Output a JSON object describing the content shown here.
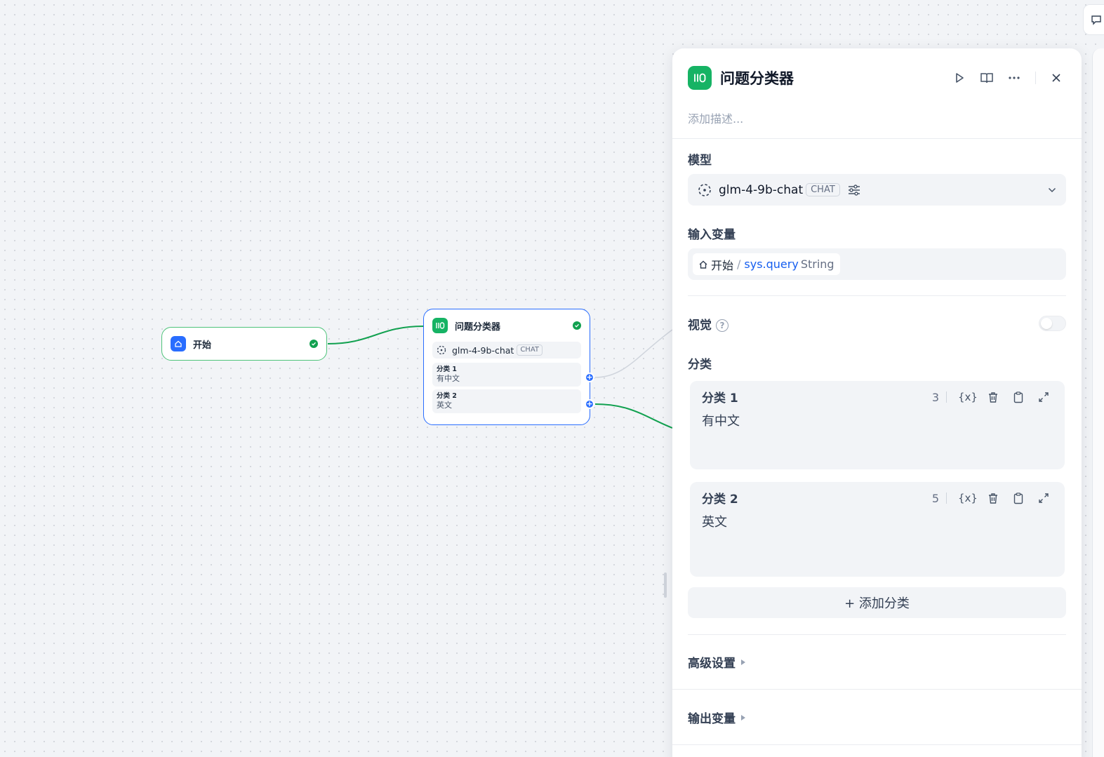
{
  "canvas": {
    "start_node": {
      "title": "开始"
    },
    "classifier_node": {
      "title": "问题分类器",
      "model": "glm-4-9b-chat",
      "model_tag": "CHAT",
      "classes": [
        {
          "name": "分类 1",
          "value": "有中文"
        },
        {
          "name": "分类 2",
          "value": "英文"
        }
      ]
    }
  },
  "panel": {
    "title": "问题分类器",
    "description_placeholder": "添加描述...",
    "model_section": {
      "label": "模型",
      "model_name": "glm-4-9b-chat",
      "model_tag": "CHAT"
    },
    "input_section": {
      "label": "输入变量",
      "node": "开始",
      "separator": "/",
      "variable": "sys.query",
      "type": "String"
    },
    "vision_section": {
      "label": "视觉",
      "help": "?",
      "enabled": false
    },
    "classes_section": {
      "label": "分类",
      "items": [
        {
          "name": "分类 1",
          "count": "3",
          "value": "有中文",
          "var_btn": "{x}"
        },
        {
          "name": "分类 2",
          "count": "5",
          "value": "英文",
          "var_btn": "{x}"
        }
      ],
      "add_label": "+ 添加分类"
    },
    "advanced_label": "高级设置",
    "output_label": "输出变量"
  },
  "colors": {
    "accent": "#296dff",
    "node_green": "#16b364",
    "edge_green": "#12a150",
    "link_blue": "#155eef"
  }
}
